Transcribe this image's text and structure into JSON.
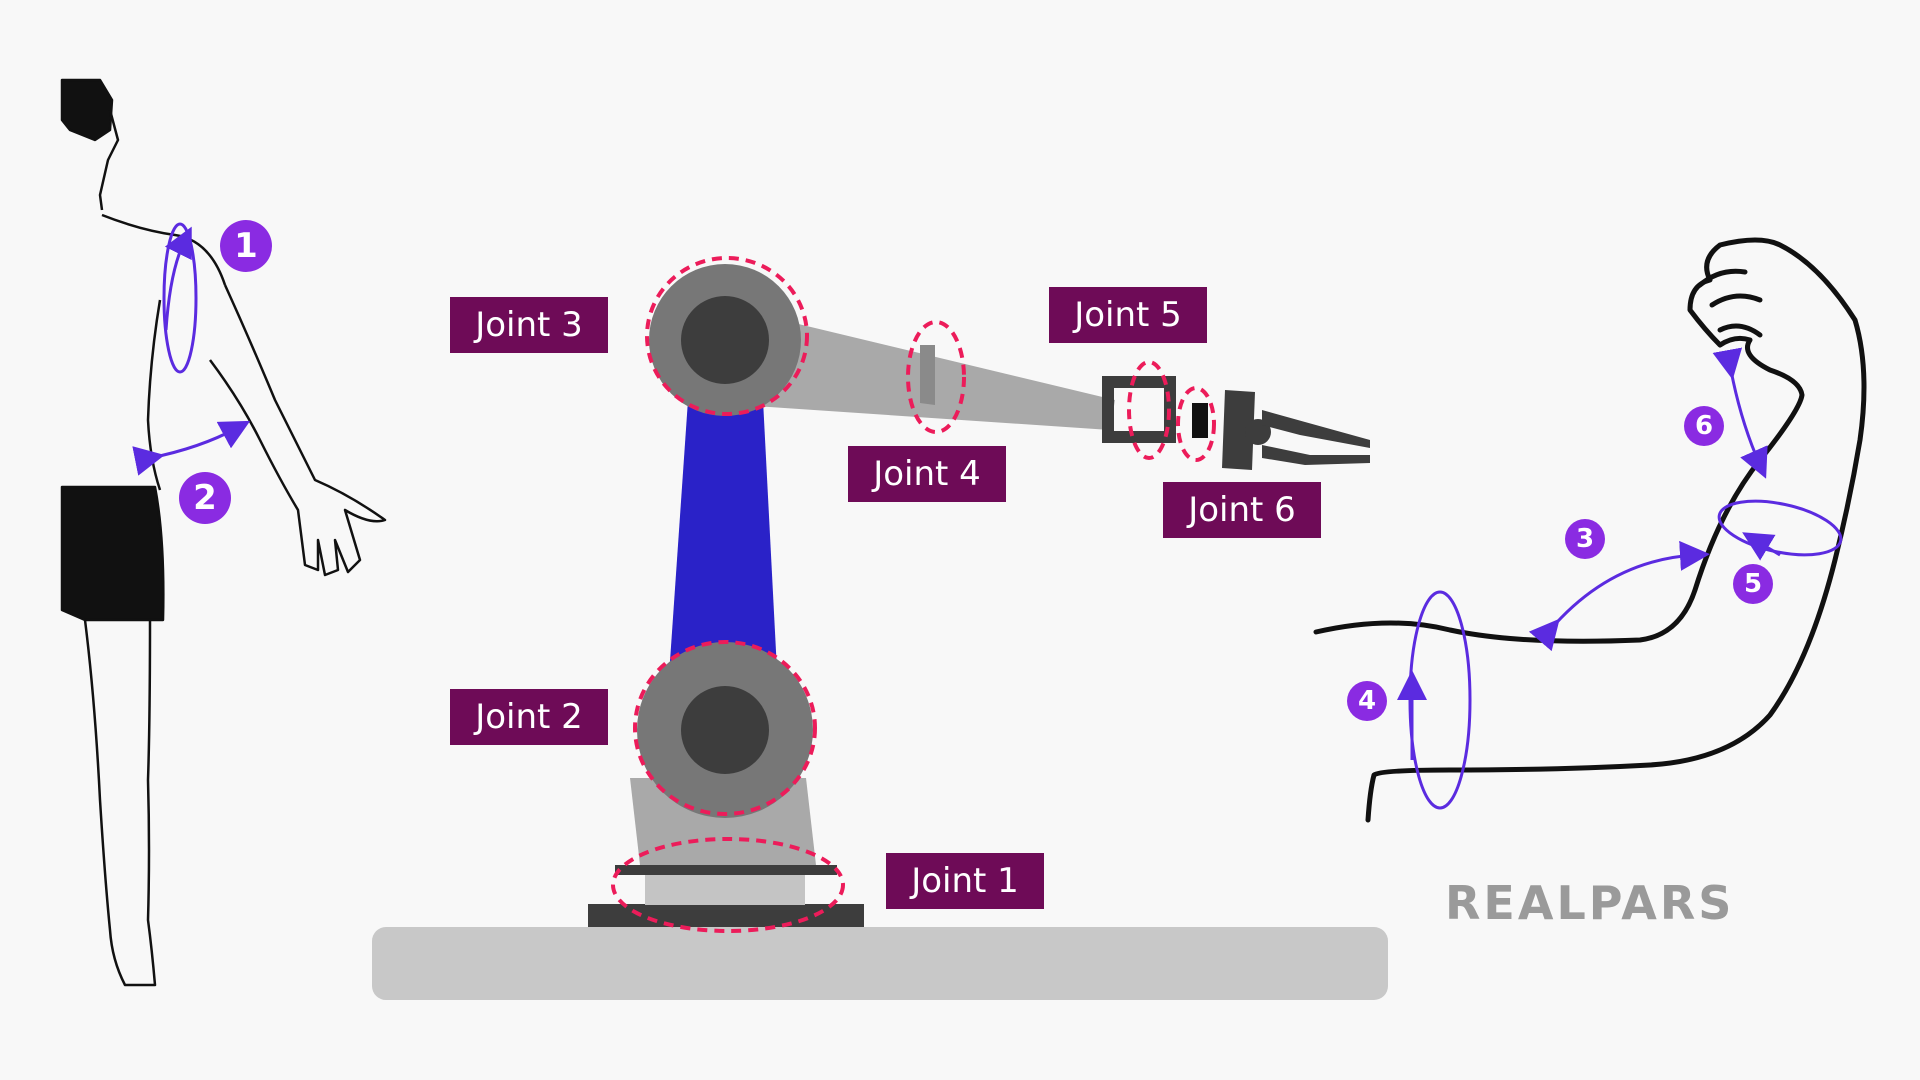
{
  "joint_labels": {
    "joint1": "Joint 1",
    "joint2": "Joint 2",
    "joint3": "Joint 3",
    "joint4": "Joint 4",
    "joint5": "Joint 5",
    "joint6": "Joint 6"
  },
  "human_badges": [
    "1",
    "2"
  ],
  "arm_badges": [
    "3",
    "4",
    "5",
    "6"
  ],
  "logo": "REALPARS",
  "colors": {
    "label_bg": "#6e0b57",
    "badge": "#8a2be2",
    "arrow": "#5b2be0",
    "joint_ring": "#ec1c5a",
    "robot_blue": "#2a22c8",
    "robot_gray": "#a9a9a9",
    "robot_dark": "#3d3d3d"
  }
}
